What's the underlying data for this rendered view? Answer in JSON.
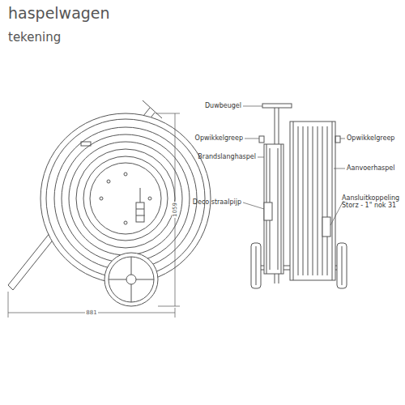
{
  "diagram": {
    "title": "haspelwagen",
    "labels": [
      "tekening",
      "1059",
      "881",
      "Duwbeugel",
      "Opwikkelgreep",
      "Brandslanghaspel",
      "Deco straalpijp",
      "Opwikkelgreep",
      "Aanvoerhaspel",
      "Aansluitkoppeling Storz - 1\" nok 31"
    ]
  }
}
